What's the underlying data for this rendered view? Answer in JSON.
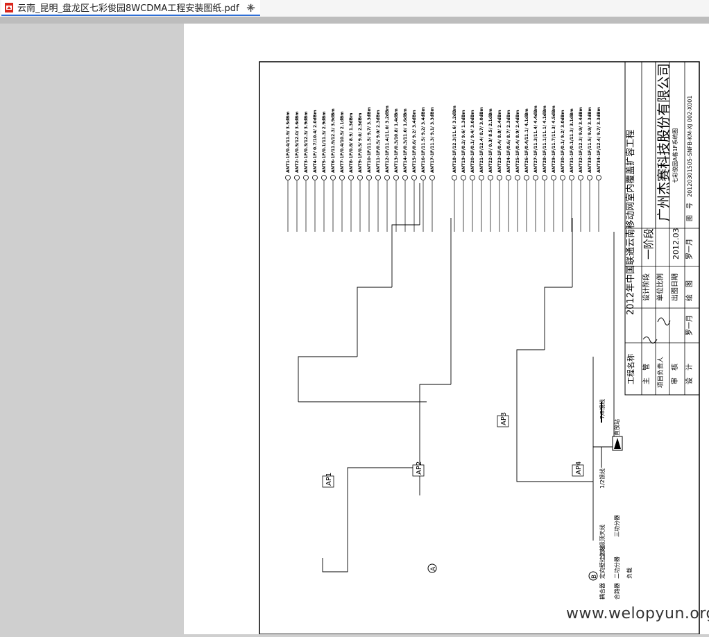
{
  "tab": {
    "title": "云南_昆明_盘龙区七彩俊园8WCDMA工程安装图纸.pdf",
    "close_glyph": "×",
    "new_glyph": "+"
  },
  "titleblock": {
    "project_label": "工程名称",
    "project_name": "2012年中国联通云南移动网室内覆盖扩容工程",
    "company": "广州杰赛科技股份有限公司",
    "row_manager": "主　管",
    "row_lead": "项目负责人",
    "row_review": "审　核",
    "row_design": "设　计",
    "stage_label": "设计阶段",
    "stage_value": "一阶段",
    "scale_label": "单位比例",
    "date_label": "出图日期",
    "date_value": "2012.03",
    "drawer_label": "绘　图",
    "drawer_value": "罗一月",
    "designer_value": "罗一月",
    "drawing_title": "七彩俊园A栋1F系统图",
    "drawing_no_label": "图　号",
    "drawing_no": "20120301505-SNFB-KM-XJ 002-X001"
  },
  "legend": {
    "combiner": "合路器",
    "splitter2": "二功分器",
    "splitter3": "三功分器",
    "coupler": "耦合器",
    "omni": "全向吸顶天线",
    "wall": "定向壁挂天线",
    "load": "负载",
    "line_half": "1/2馈线",
    "line_78": "7/8馈线",
    "fiber": "光纤直放站"
  },
  "diagram": {
    "ap_labels": [
      "AP1",
      "AP2",
      "AP3",
      "AP4"
    ],
    "source_a": "A",
    "source_b": "B",
    "antenna_tags_left": [
      "ANT1-1F/0.4/11.9/ 3.5dBm",
      "ANT2-1F/0.5/12.0/ 3.6dBm",
      "ANT3-1F/0.3/12.3/ 3.9dBm",
      "ANT4-1F/ 0.7/10.4/ 2.0dBm",
      "ANT5-1F/0.1/11.3/ 2.9dBm",
      "ANT6-1F/11.9/12.3/ 3.9dBm",
      "ANT7-1F/0.4/10.5/ 2.1dBm",
      "ANT8-1F/0.8/ 8.9/ 1.3dBm",
      "ANT9-1F/0.5/ 9.0/ 2.3dBm",
      "ANT10-1F/11.5/ 9.7/ 3.3dBm",
      "ANT11-1F/0.5/ 9.0/ 2.3dBm",
      "ANT12-1F/11.4/11.0/ 3.2dBm",
      "ANT13-1F/0.3/10.8/ 1.4dBm",
      "ANT14-1F/0.3/11.0/ 1.6dBm",
      "ANT15-1F/0.6/ 9.2/ 3.4dBm",
      "ANT16-1F/11.5/ 9.2/ 3.4dBm",
      "ANT17-1F/11.3/ 9.1/ 3.3dBm"
    ],
    "antenna_tags_right": [
      "ANT18-1F/12.3/11.6/ 3.2dBm",
      "ANT19-1F/0.2/ 9.6/ 1.3dBm",
      "ANT20-1F/0.1/ 9.4/ 3.0dBm",
      "ANT21-1F/12.4/ 8.7/ 3.0dBm",
      "ANT22-1F/ 0.3/ 8.5/ 2.1dBm",
      "ANT23-1F/0.4/ 8.8/ 2.4dBm",
      "ANT24-1F/0.6/ 8.7/ 2.3dBm",
      "ANT25-1F/0.4/ 8.9/ 2.4dBm",
      "ANT26-1F/0.4/11.1/ 4.1dBm",
      "ANT27-1F/11.3/11.4/ 4.4dBm",
      "ANT28-1F/11.1/11.1/ 4.1dBm",
      "ANT29-1F/11.7/11.3/ 4.5dBm",
      "ANT30-1F/0.1/ 9.2/ 3.0dBm",
      "ANT31-1F/0.1/11.3/ 3.1dBm",
      "ANT32-1F/12.3/ 9.9/ 3.4dBm",
      "ANT33-1F/11.5/ 9.9/ 3.3dBm",
      "ANT34-1F/12.4/ 9.7/ 3.3dBm"
    ]
  },
  "watermark": "www.welopyun.org"
}
